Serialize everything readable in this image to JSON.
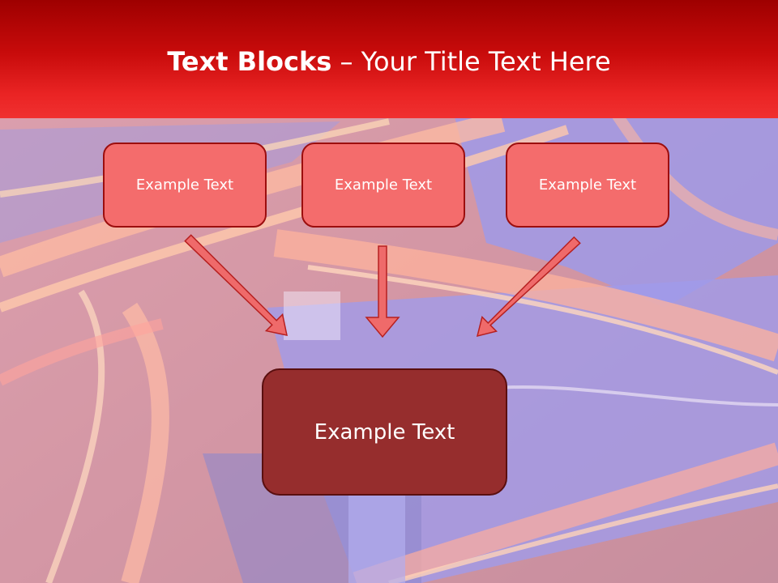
{
  "title": {
    "bold": "Text Blocks",
    "separator": " – ",
    "rest": "Your Title Text Here"
  },
  "blocks": {
    "top_left": "Example Text",
    "top_center": "Example Text",
    "top_right": "Example Text",
    "bottom": "Example Text"
  },
  "colors": {
    "header": "#c80b0b",
    "small_box": "#f46c6c",
    "big_box": "#962d2d",
    "arrow": "#ef6a6a"
  }
}
